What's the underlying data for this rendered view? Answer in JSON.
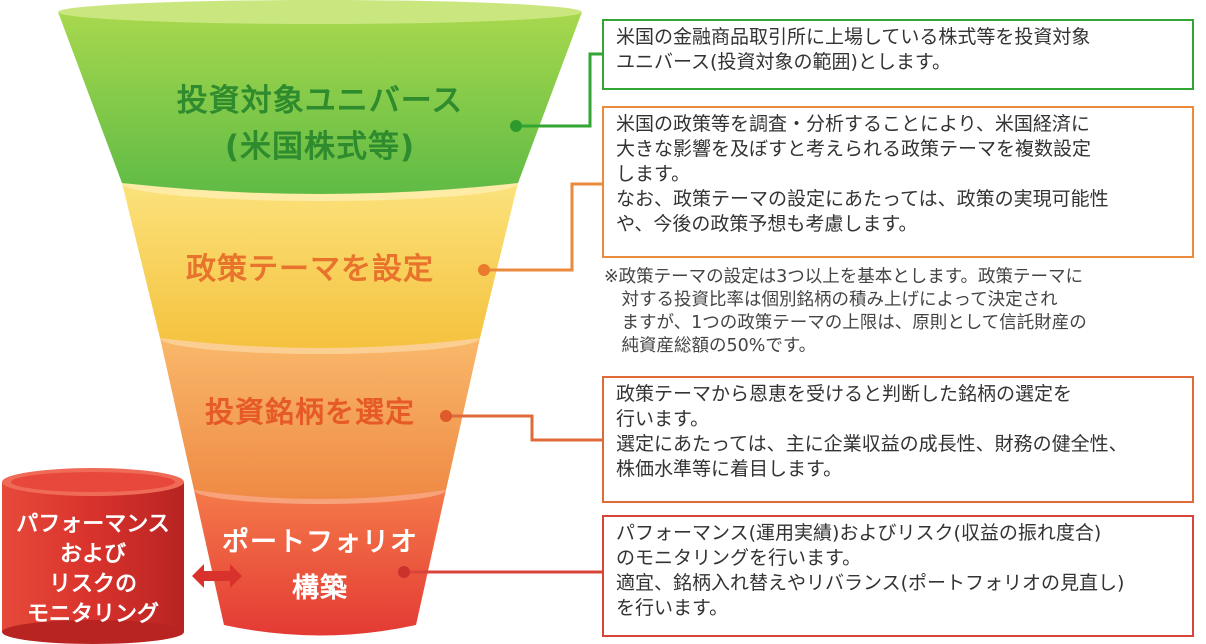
{
  "stages": [
    {
      "label": "投資対象ユニバース\n(米国株式等)"
    },
    {
      "label": "政策テーマを設定"
    },
    {
      "label": "投資銘柄を選定"
    },
    {
      "label": "ポートフォリオ\n構築"
    }
  ],
  "descriptions": [
    "米国の金融商品取引所に上場している株式等を投資対象\nユニバース(投資対象の範囲)とします。",
    "米国の政策等を調査・分析することにより、米国経済に\n大きな影響を及ぼすと考えられる政策テーマを複数設定\nします。\nなお、政策テーマの設定にあたっては、政策の実現可能性\nや、今後の政策予想も考慮します。",
    "政策テーマから恩恵を受けると判断した銘柄の選定を\n行います。\n選定にあたっては、主に企業収益の成長性、財務の健全性、\n株価水準等に着目します。",
    "パフォーマンス(運用実績)およびリスク(収益の振れ度合)\nのモニタリングを行います。\n適宜、銘柄入れ替えやリバランス(ポートフォリオの見直し)\nを行います。"
  ],
  "note": "※政策テーマの設定は3つ以上を基本とします。政策テーマに\n　対する投資比率は個別銘柄の積み上げによって決定され\n　ますが、1つの政策テーマの上限は、原則として信託財産の\n　純資産総額の50%です。",
  "monitoring": {
    "label": "パフォーマンス\nおよび\nリスクの\nモニタリング"
  },
  "colors": {
    "green": "#6cc24a",
    "yellow": "#f5c842",
    "orange": "#f08a4a",
    "red": "#e4473a",
    "green_border": "#33a533",
    "orange_border": "#ea8a3c",
    "red_border": "#d9443a"
  }
}
